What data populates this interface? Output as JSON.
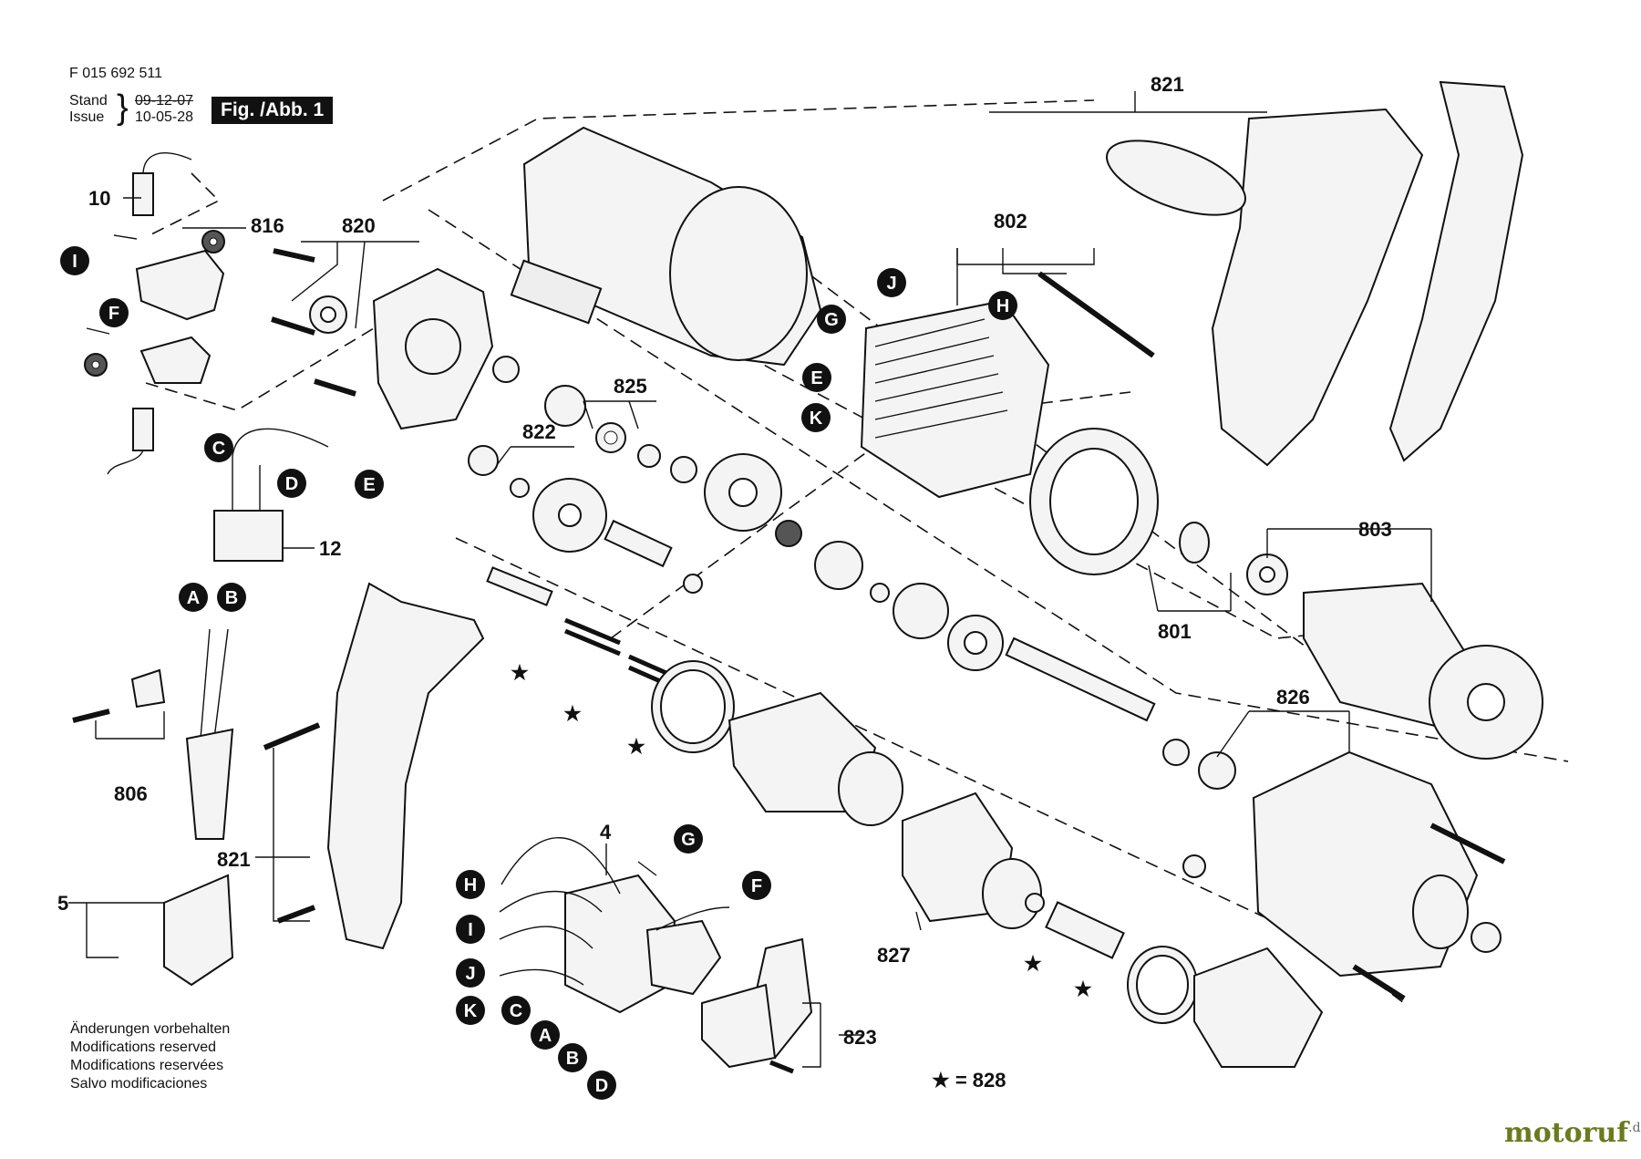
{
  "header": {
    "part_number": "F 015 692 511",
    "stand_label": "Stand",
    "stand_date": "09-12-07",
    "issue_label": "Issue",
    "issue_date": "10-05-28",
    "figure_label": "Fig. /Abb. 1"
  },
  "notes": [
    "Änderungen vorbehalten",
    "Modifications reserved",
    "Modifications reservées",
    "Salvo modificaciones"
  ],
  "legend": {
    "star_text": "★ = 828"
  },
  "watermark": {
    "text": "motoruf",
    "suffix": ".de",
    "color": "#6b7a1d"
  },
  "part_numbers": {
    "p10": "10",
    "p816": "816",
    "p820": "820",
    "p821_top": "821",
    "p802": "802",
    "p825": "825",
    "p822": "822",
    "p12": "12",
    "p803": "803",
    "p801": "801",
    "p826": "826",
    "p806": "806",
    "p821_left": "821",
    "p5": "5",
    "p4": "4",
    "p827": "827",
    "p823": "823"
  },
  "connector_letters": {
    "I1": "I",
    "F1": "F",
    "C1": "C",
    "D1": "D",
    "E1": "E",
    "J1": "J",
    "H1": "H",
    "G1": "G",
    "E2": "E",
    "K1": "K",
    "A1": "A",
    "B1": "B",
    "G2": "G",
    "F2": "F",
    "H2": "H",
    "I2": "I",
    "J2": "J",
    "K2": "K",
    "C2": "C",
    "A2": "A",
    "B2": "B",
    "D2": "D"
  },
  "star_symbol": "★"
}
